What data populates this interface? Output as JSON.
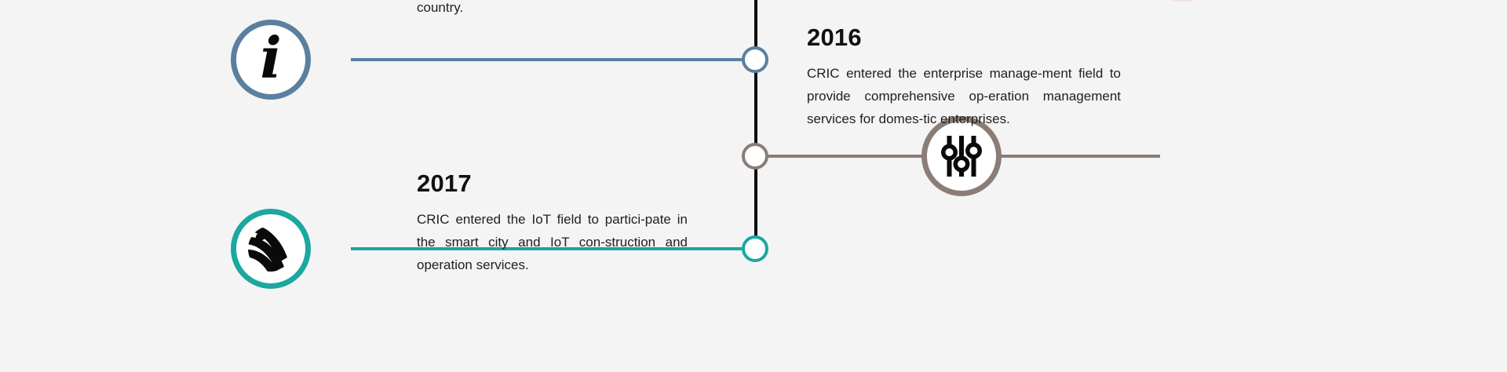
{
  "theme": {
    "background": "#f4f4f4",
    "spine_color": "#0d0d0d",
    "blue": "#5b7f9e",
    "taupe": "#8a7d76",
    "teal": "#1aa8a0",
    "node_fill": "#ffffff",
    "heading_color": "#111111",
    "body_color": "#1f1f1f"
  },
  "timeline": {
    "entries": [
      {
        "id": "top-partial",
        "year": "",
        "body": "tegrators and R&D teams through-out the country.",
        "icon": "info-icon",
        "accent": "#5b7f9e",
        "side": "left",
        "clipped": true
      },
      {
        "id": "2016",
        "year": "2016",
        "body": "CRIC entered the enterprise manage-ment field to provide comprehensive op-eration management services for domes-tic enterprises.",
        "icon": "sliders-icon",
        "accent": "#8a7d76",
        "side": "right",
        "clipped": false
      },
      {
        "id": "2017",
        "year": "2017",
        "body": "CRIC entered the IoT field to partici-pate in the smart city and IoT con-struction and operation services.",
        "icon": "globe-network-icon",
        "accent": "#1aa8a0",
        "side": "left",
        "clipped": false
      }
    ],
    "icons": [
      {
        "name": "info-icon",
        "glyph": "i",
        "accent": "#5b7f9e"
      },
      {
        "name": "sliders-icon",
        "glyph": "sliders",
        "accent": "#8a7d76"
      },
      {
        "name": "globe-network-icon",
        "glyph": "globe",
        "accent": "#1aa8a0"
      }
    ],
    "nodes": [
      {
        "name": "timeline-node-blue",
        "accent": "#5b7f9e"
      },
      {
        "name": "timeline-node-taupe",
        "accent": "#8a7d76"
      },
      {
        "name": "timeline-node-teal",
        "accent": "#1aa8a0"
      }
    ]
  }
}
